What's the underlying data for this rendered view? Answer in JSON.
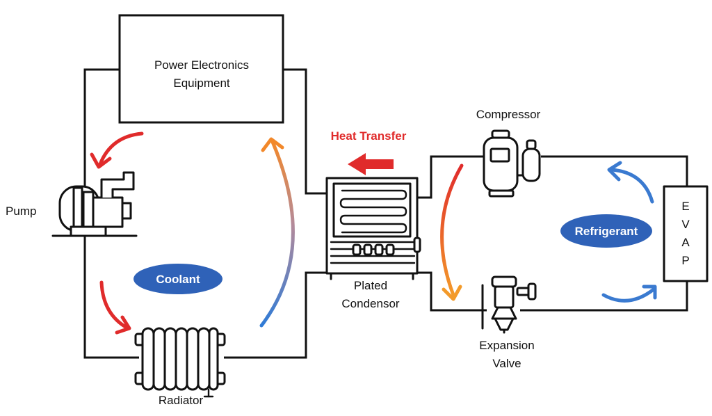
{
  "labels": {
    "power_electronics_line1": "Power Electronics",
    "power_electronics_line2": "Equipment",
    "pump": "Pump",
    "coolant": "Coolant",
    "radiator": "Radiator",
    "heat_transfer": "Heat Transfer",
    "plated_condensor_line1": "Plated",
    "plated_condensor_line2": "Condensor",
    "compressor": "Compressor",
    "refrigerant": "Refrigerant",
    "evap": [
      "E",
      "V",
      "A",
      "P"
    ],
    "expansion_valve_line1": "Expansion",
    "expansion_valve_line2": "Valve"
  },
  "colors": {
    "line": "#111111",
    "heat_arrow": "#e02b2b",
    "pill_fill": "#2f62b8",
    "flow_warm": "#f08a2a",
    "flow_cool": "#2f7bd6",
    "flow_blue": "#3a7ad0"
  },
  "icons": [
    "pump-icon",
    "radiator-icon",
    "condensor-icon",
    "compressor-icon",
    "expansion-valve-icon",
    "flow-arrow-icon",
    "heat-transfer-arrow-icon"
  ]
}
